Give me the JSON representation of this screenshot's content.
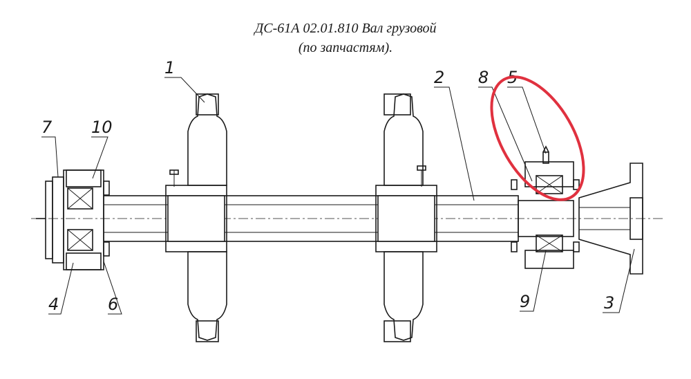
{
  "title": {
    "line1": "ДС-61А 02.01.810 Вал грузовой",
    "line2": "(по запчастям)."
  },
  "callouts": [
    {
      "id": "1",
      "label": "1"
    },
    {
      "id": "2",
      "label": "2"
    },
    {
      "id": "3",
      "label": "3"
    },
    {
      "id": "4",
      "label": "4"
    },
    {
      "id": "5",
      "label": "5"
    },
    {
      "id": "6",
      "label": "6"
    },
    {
      "id": "7",
      "label": "7"
    },
    {
      "id": "8",
      "label": "8"
    },
    {
      "id": "9",
      "label": "9"
    },
    {
      "id": "10",
      "label": "10"
    }
  ],
  "highlight": {
    "color": "#e0313f",
    "target": "5"
  }
}
